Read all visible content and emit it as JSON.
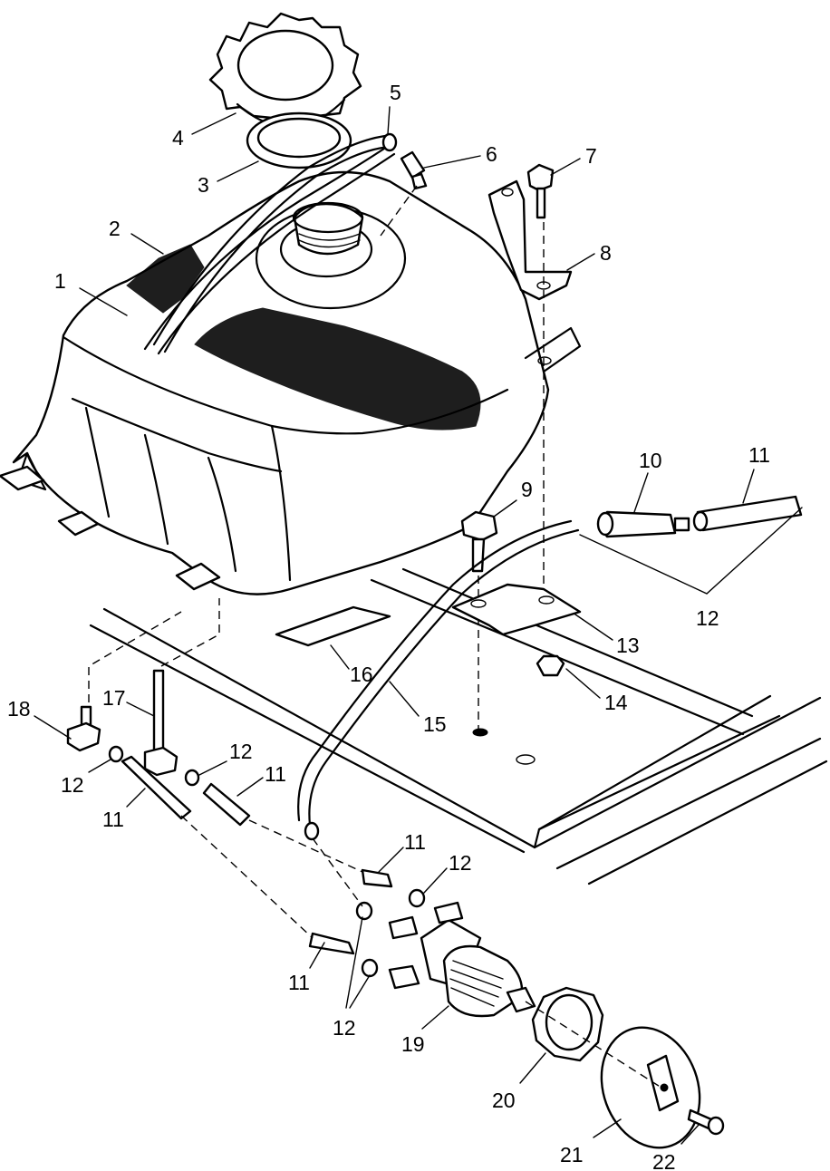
{
  "callouts": [
    {
      "id": "1",
      "text": "1"
    },
    {
      "id": "2",
      "text": "2"
    },
    {
      "id": "3",
      "text": "3"
    },
    {
      "id": "4",
      "text": "4"
    },
    {
      "id": "5",
      "text": "5"
    },
    {
      "id": "6",
      "text": "6"
    },
    {
      "id": "7",
      "text": "7"
    },
    {
      "id": "8",
      "text": "8"
    },
    {
      "id": "9",
      "text": "9"
    },
    {
      "id": "10",
      "text": "10"
    },
    {
      "id": "11a",
      "text": "11"
    },
    {
      "id": "12a",
      "text": "12"
    },
    {
      "id": "13",
      "text": "13"
    },
    {
      "id": "14",
      "text": "14"
    },
    {
      "id": "15",
      "text": "15"
    },
    {
      "id": "16",
      "text": "16"
    },
    {
      "id": "17",
      "text": "17"
    },
    {
      "id": "18",
      "text": "18"
    },
    {
      "id": "12b",
      "text": "12"
    },
    {
      "id": "12c",
      "text": "12"
    },
    {
      "id": "11b",
      "text": "11"
    },
    {
      "id": "11c",
      "text": "11"
    },
    {
      "id": "11d",
      "text": "11"
    },
    {
      "id": "12d",
      "text": "12"
    },
    {
      "id": "11e",
      "text": "11"
    },
    {
      "id": "12e",
      "text": "12"
    },
    {
      "id": "19",
      "text": "19"
    },
    {
      "id": "20",
      "text": "20"
    },
    {
      "id": "21",
      "text": "21"
    },
    {
      "id": "22",
      "text": "22"
    }
  ],
  "colors": {
    "ink": "#000000",
    "paper": "#ffffff"
  }
}
